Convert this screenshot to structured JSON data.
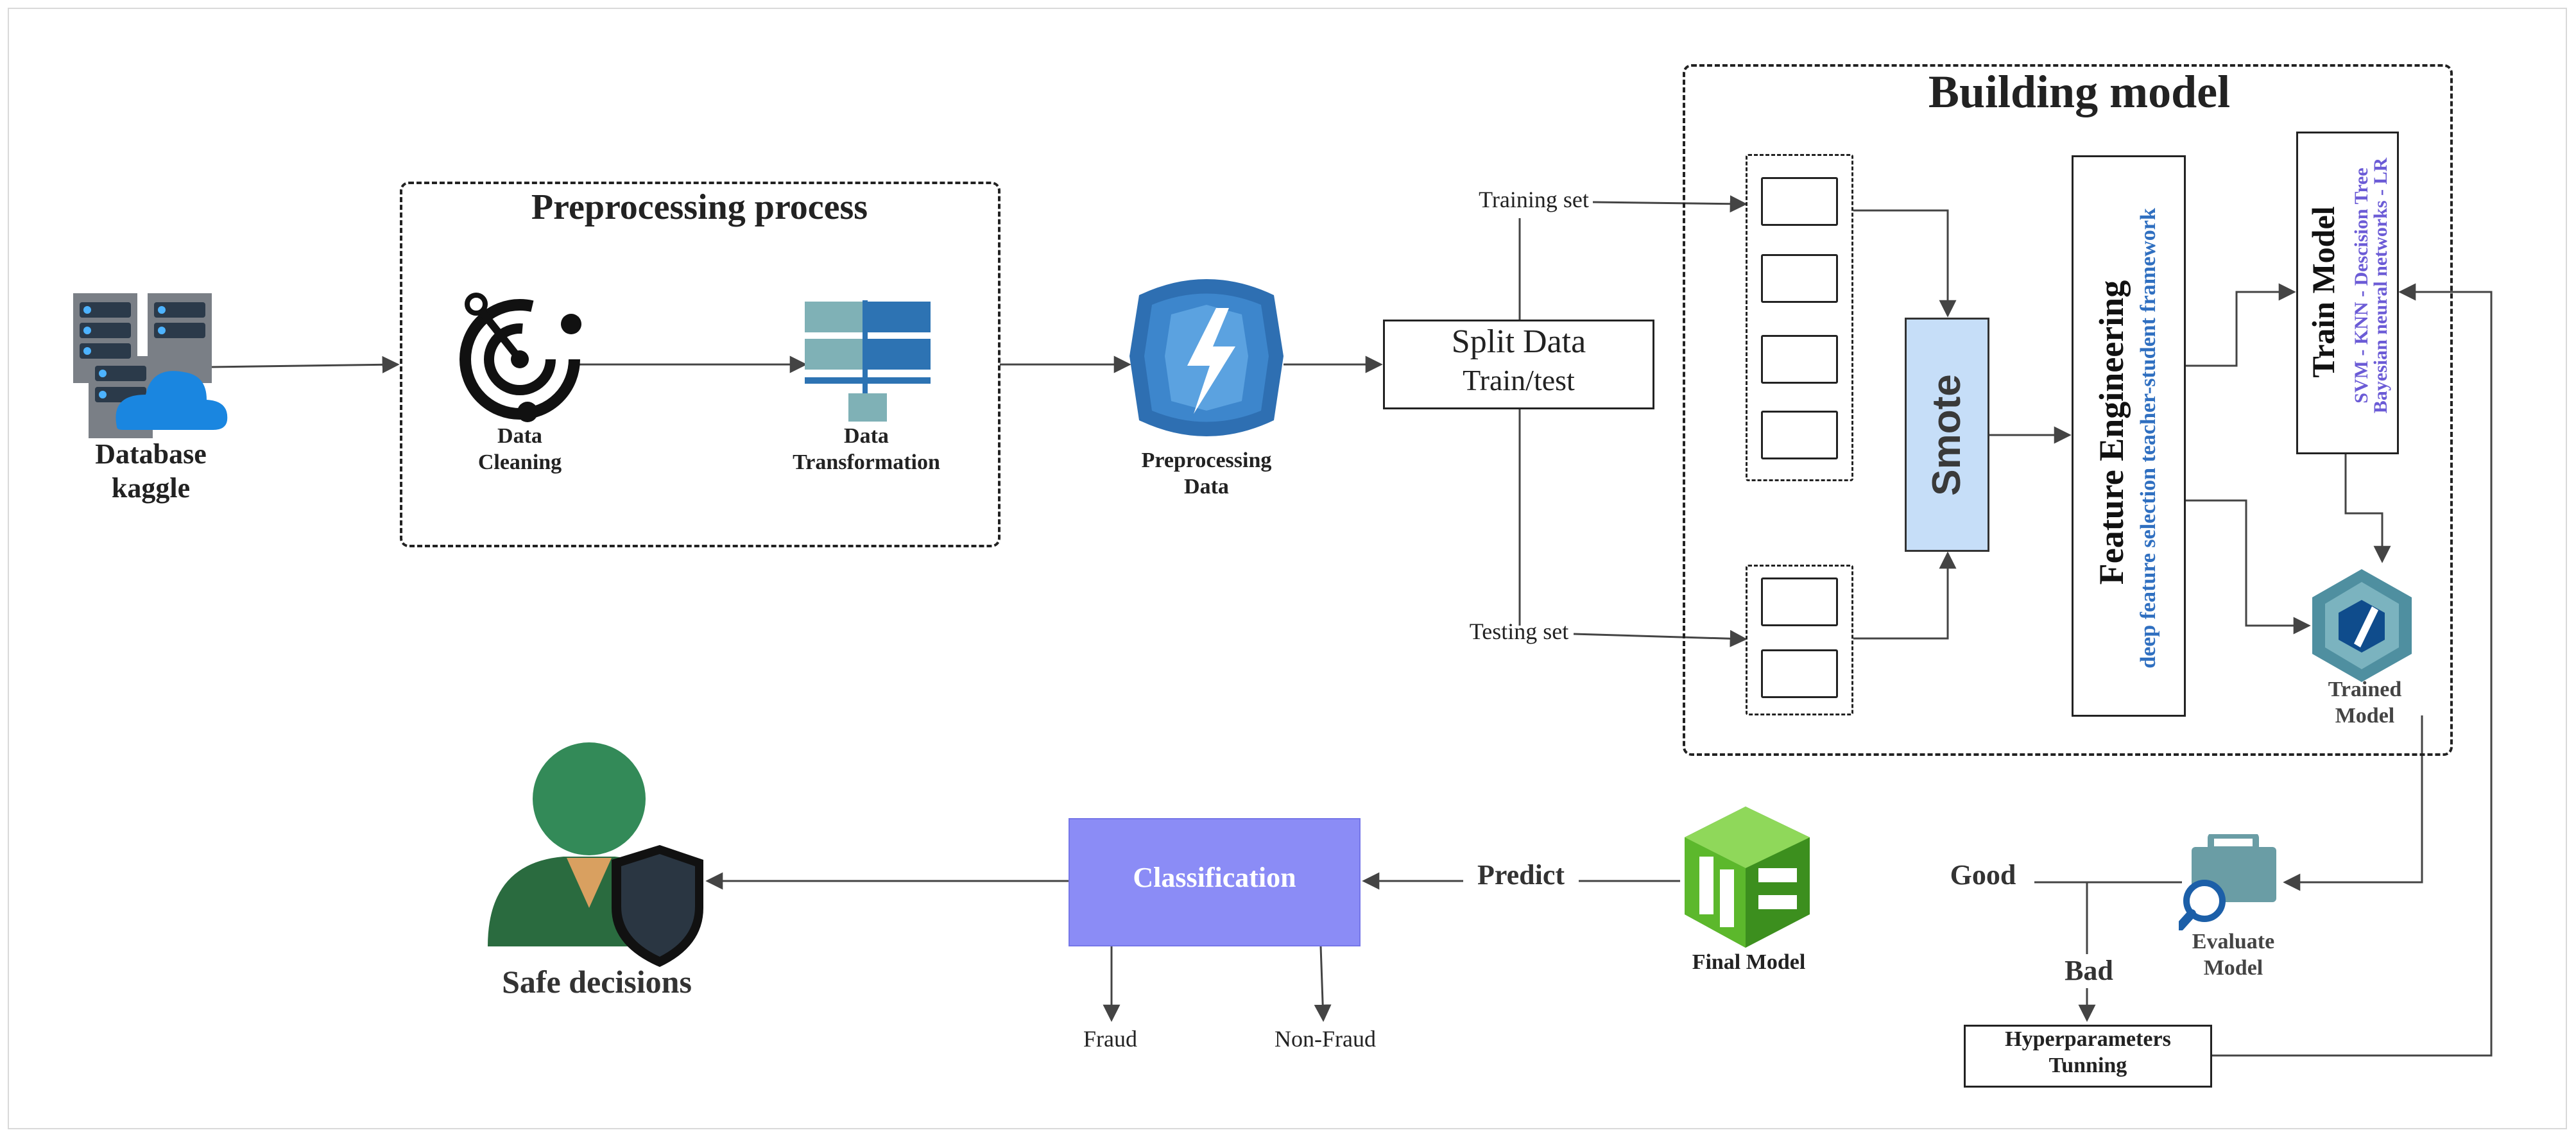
{
  "diagram": {
    "database": {
      "label_line1": "Database",
      "label_line2": "kaggle"
    },
    "preprocessing": {
      "title": "Preprocessing process",
      "cleaning": {
        "line1": "Data",
        "line2": "Cleaning"
      },
      "transformation": {
        "line1": "Data",
        "line2": "Transformation"
      }
    },
    "preprocessing_data": {
      "line1": "Preprocessing",
      "line2": "Data"
    },
    "split": {
      "title": "Split Data",
      "subtitle": "Train/test",
      "training_set": "Training set",
      "testing_set": "Testing set"
    },
    "building": {
      "title": "Building model",
      "smote": "Smote",
      "feature_engineering": {
        "title": "Feature Engineering",
        "subtitle": "deep feature selection teacher-student framework"
      },
      "train_model": {
        "title": "Train Model",
        "line1": "SVM - KNN - Descision Tree",
        "line2": "Bayesian neural networks - LR"
      },
      "trained_model": {
        "line1": "Trained",
        "line2": "Model"
      }
    },
    "evaluate": {
      "line1": "Evaluate",
      "line2": "Model"
    },
    "good": "Good",
    "bad": "Bad",
    "hyperparameters": {
      "line1": "Hyperparameters",
      "line2": "Tunning"
    },
    "final_model": "Final Model",
    "predict": "Predict",
    "classification": "Classification",
    "fraud": "Fraud",
    "non_fraud": "Non-Fraud",
    "safe_decisions": "Safe decisions"
  },
  "colors": {
    "blue_icon": "#2e73b8",
    "teal_icon": "#5f9ea6",
    "classification_fill": "#8b8cf6",
    "smote_fill": "#c6def8",
    "green_icon": "#5fba2f",
    "person_green": "#2e7d4f",
    "accent_blue_text": "#2f6fc0",
    "accent_purple_text": "#6b5bd6"
  }
}
